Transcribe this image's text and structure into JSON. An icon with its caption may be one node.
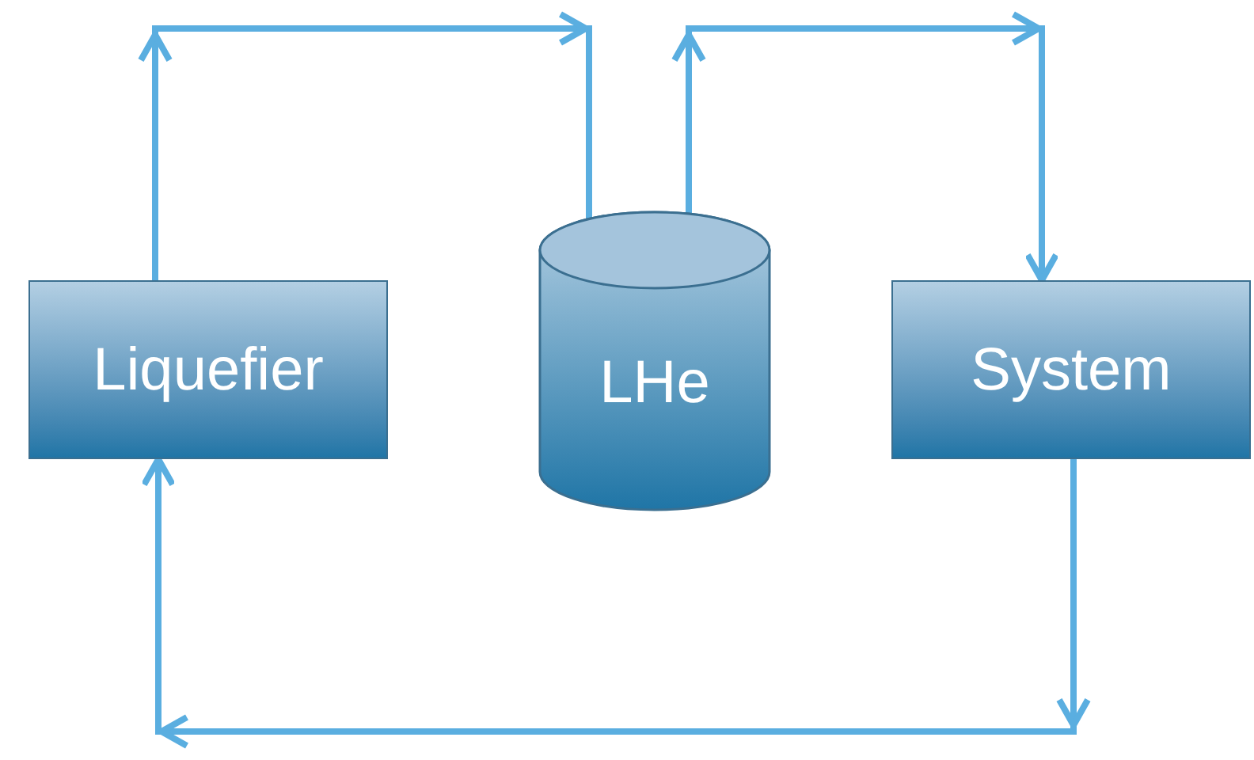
{
  "diagram": {
    "nodes": [
      {
        "text": [
          "Liquefier"
        ]
      },
      {
        "text": [
          "LHe"
        ]
      },
      {
        "text": [
          "System"
        ]
      }
    ],
    "edges": [
      {
        "from": 0,
        "to": 1,
        "arrow": "to"
      },
      {
        "from": 1,
        "to": 2,
        "arrow": "to"
      },
      {
        "from": 2,
        "to": 0,
        "arrow": "to"
      }
    ]
  }
}
